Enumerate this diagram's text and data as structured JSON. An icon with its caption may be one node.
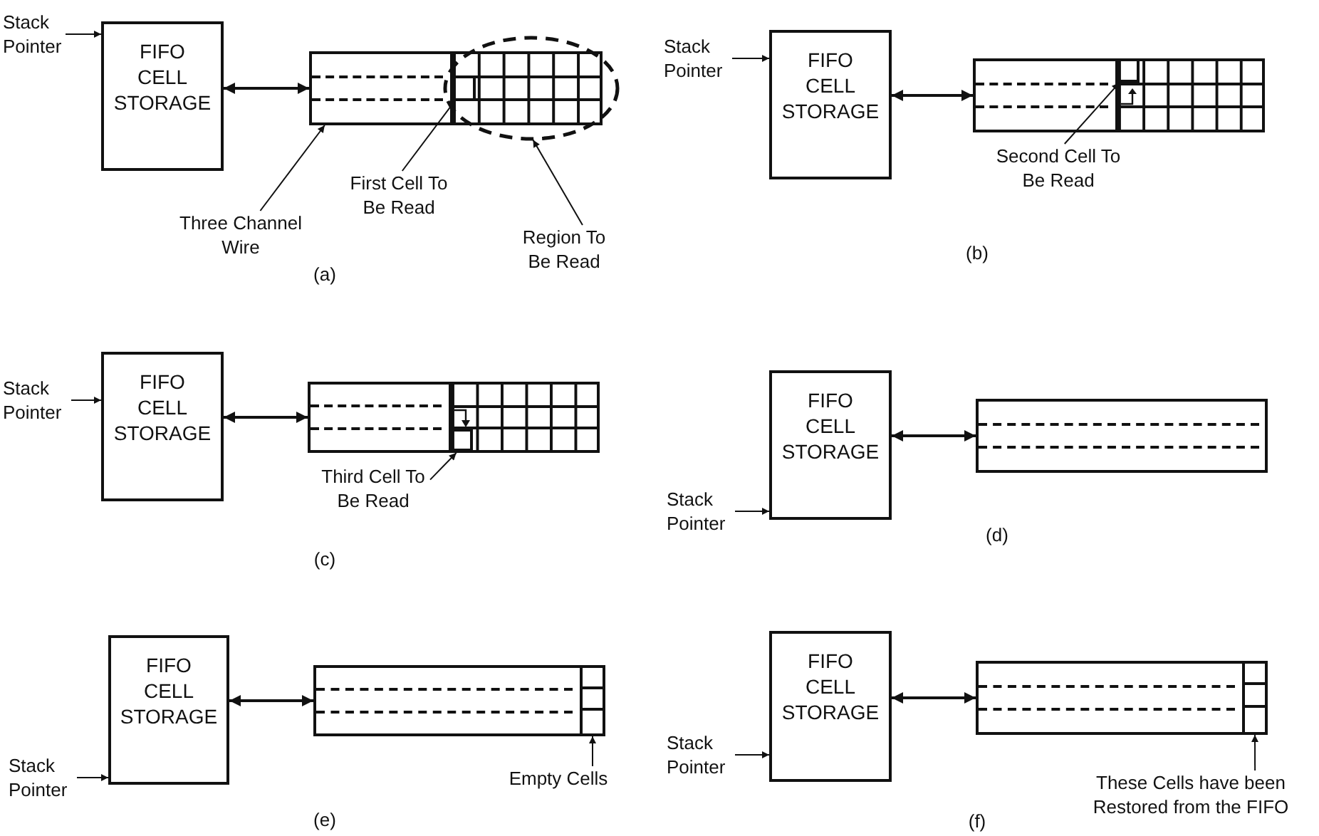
{
  "diagram": {
    "nodes": [
      {
        "text": [
          "Stack Pointer"
        ]
      },
      {
        "text": [
          "FIFO CELL STORAGE"
        ]
      },
      {
        "text": [],
        "shape": "bar"
      },
      {
        "text": [],
        "shape": "box"
      },
      {
        "text": [],
        "shape": "ellipse"
      },
      {
        "text": [
          "Three Channel Wire"
        ]
      },
      {
        "text": [
          "First Cell To Be Read"
        ]
      },
      {
        "text": [
          "Region To Be Read"
        ]
      },
      {
        "text": [
          "Stack Pointer"
        ]
      },
      {
        "text": [
          "FIFO CELL STORAGE"
        ]
      },
      {
        "text": [],
        "shape": "bar"
      },
      {
        "text": [],
        "shape": "box",
        "in": 10
      },
      {
        "text": [
          "Second Cell To Be Read"
        ]
      },
      {
        "text": [
          "Stack Pointer"
        ]
      },
      {
        "text": [
          "FIFO CELL STORAGE"
        ]
      },
      {
        "text": [],
        "shape": "bar"
      },
      {
        "text": [],
        "shape": "box",
        "in": 15
      },
      {
        "text": [
          "Third Cell To Be Read"
        ]
      },
      {
        "text": [
          "Stack Pointer"
        ]
      },
      {
        "text": [
          "FIFO CELL STORAGE"
        ]
      },
      {
        "text": [],
        "shape": "bar"
      },
      {
        "text": [
          "Stack Pointer"
        ]
      },
      {
        "text": [
          "FIFO CELL STORAGE"
        ]
      },
      {
        "text": [],
        "shape": "bar"
      },
      {
        "text": [],
        "shape": "box",
        "in": 23
      },
      {
        "text": [
          "Empty Cells"
        ]
      },
      {
        "text": [
          "Stack Pointer"
        ]
      },
      {
        "text": [
          "FIFO CELL STORAGE"
        ]
      },
      {
        "text": [],
        "shape": "bar"
      },
      {
        "text": [],
        "shape": "box",
        "in": 28
      },
      {
        "text": [
          "These Cells have been Restored from the FIFO"
        ]
      }
    ],
    "edges": [
      {
        "from": 0,
        "to": 1,
        "arrow": "to"
      },
      {
        "from": 1,
        "to": 2,
        "arrow": "both"
      },
      {
        "from": 5,
        "to": 2,
        "arrow": "to"
      },
      {
        "from": 6,
        "to": 3,
        "arrow": "to"
      },
      {
        "from": 7,
        "to": 4,
        "arrow": "to"
      },
      {
        "from": 8,
        "to": 9,
        "arrow": "to"
      },
      {
        "from": 9,
        "to": 10,
        "arrow": "both"
      },
      {
        "from": 12,
        "to": 11,
        "arrow": "to"
      },
      {
        "from": 13,
        "to": 14,
        "arrow": "to"
      },
      {
        "from": 14,
        "to": 15,
        "arrow": "both"
      },
      {
        "from": 17,
        "to": 16,
        "arrow": "to"
      },
      {
        "from": 18,
        "to": 19,
        "arrow": "to"
      },
      {
        "from": 19,
        "to": 20,
        "arrow": "both"
      },
      {
        "from": 21,
        "to": 22,
        "arrow": "to"
      },
      {
        "from": 22,
        "to": 23,
        "arrow": "both"
      },
      {
        "from": 25,
        "to": 24,
        "arrow": "to"
      },
      {
        "from": 26,
        "to": 27,
        "arrow": "to"
      },
      {
        "from": 27,
        "to": 28,
        "arrow": "both"
      },
      {
        "from": 30,
        "to": 29,
        "arrow": "to"
      }
    ],
    "labels": [
      "(a)",
      "(b)",
      "(c)",
      "(d)",
      "(e)",
      "(f)"
    ]
  }
}
